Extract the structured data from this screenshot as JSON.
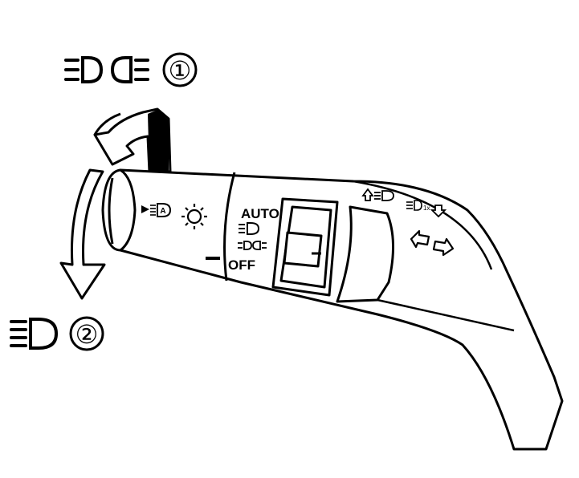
{
  "colors": {
    "line": "#000000",
    "background": "#ffffff"
  },
  "callouts": [
    {
      "number": "①",
      "icon": "headlight-flash-icon"
    },
    {
      "number": "②",
      "icon": "high-beam-icon"
    }
  ],
  "dial": {
    "auto_label": "AUTO",
    "off_label": "OFF",
    "icons": [
      "auto-high-beam-icon",
      "parking-light-icon",
      "headlight-icon",
      "side-light-icon"
    ]
  },
  "turn_signal": {
    "icons": [
      "turn-up-icon",
      "headlight-small-icon",
      "turn-down-icon",
      "lane-change-arrows-icon"
    ],
    "lane_change_label": "1x"
  }
}
